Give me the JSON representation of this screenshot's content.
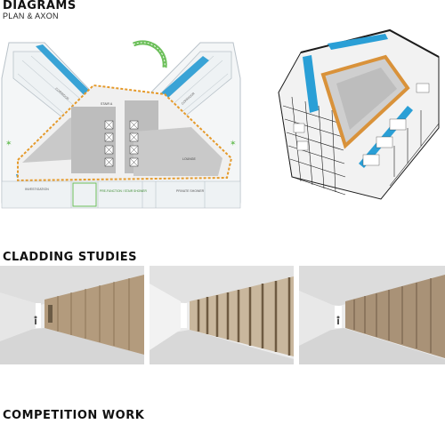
{
  "sections": {
    "diagrams_title": "DIAGRAMS",
    "diagrams_subtitle": "PLAN & AXON",
    "cladding_title": "CLADDING STUDIES",
    "competition_title": "COMPETITION WORK"
  },
  "plan": {
    "labels": {
      "left_wing": "CORRIDOR",
      "right_wing": "CORRIDOR",
      "core": "STAIR A",
      "lounge": "LOUNGE",
      "investigation": "INVESTIGATION",
      "pre_function": "PRE-FUNCTION / STAIR SHOWER",
      "private": "PRIVATE SHOWER"
    },
    "colors": {
      "floor": "#c9c9c9",
      "dashed_route": "#e59a2b",
      "glazing": "#39a3d6",
      "planting": "#6cbf5a",
      "outline": "#b9c2c9"
    }
  },
  "axon": {
    "colors": {
      "core": "#d9923a",
      "glass": "#2a9fd6",
      "frame": "#1c1c1c"
    }
  },
  "cladding": {
    "studies": [
      "study-1",
      "study-2",
      "study-3"
    ],
    "colors": {
      "wood": "#b39b7d",
      "wall": "#e9e9e9",
      "floor": "#dcdcdc"
    }
  }
}
